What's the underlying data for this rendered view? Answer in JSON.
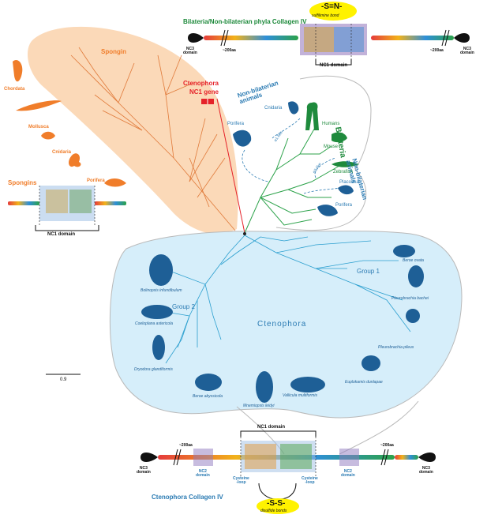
{
  "colors": {
    "spongin_fill": "#fbd9b8",
    "spongin_tree": "#e07a3a",
    "ctenophora_fill": "#d6eefa",
    "ctenophora_tree": "#2b9fcf",
    "bilateria_tree": "#2ca24a",
    "ctenophora_branch": "#e52229",
    "accent_orange": "#f07d2a",
    "accent_green": "#1e8a3c",
    "accent_blue": "#2b7bb3",
    "highlight_yellow": "#fff200"
  },
  "top_panel": {
    "title": "Bilateria/Non-bilaterian phyla Collagen IV",
    "bond_label": "-S=N-",
    "bond_sublabel": "sulfilimine bond",
    "left_domain": "NC3\ndomain",
    "right_domain": "NC3\ndomain",
    "left_length": "~200aa",
    "right_length": "~200aa",
    "nc1_label": "NC1 domain"
  },
  "spongin_panel": {
    "clade_label": "Spongin",
    "outgroups": [
      "Chordata",
      "Mollusca",
      "Cnidaria",
      "Porifera"
    ],
    "title": "Spongins",
    "nc1_label": "NC1 domain"
  },
  "ctenophora_gene": {
    "label_line1": "Ctenophora",
    "label_line2": "NC1 gene"
  },
  "bilateria_panel": {
    "non_bilaterian_top": "Non-bilaterian\nanimals",
    "non_bilaterian_right": "Non-bilaterian\nanimals",
    "bilateria_label": "Bilateria",
    "taxa": {
      "cnidaria": "Cnidaria",
      "porifera_top": "Porifera",
      "humans": "Humans",
      "mouse": "Mouse",
      "zebrafish": "Zebrafish",
      "placozoa": "Placozoa",
      "porifera_bottom": "Porifera"
    },
    "alpha_labels": [
      "α1-like",
      "α2-like"
    ]
  },
  "ctenophora_panel": {
    "clade_label": "Ctenophora",
    "group1": "Group 1",
    "group2": "Group 2",
    "species": [
      "Bolinopsis infundibulum",
      "Coeloplana astericola",
      "Dryodora glandiformis",
      "Beroe abyssicola",
      "Mnemiopsis leidyi",
      "Vallicula multiformis",
      "Euplokamis dunlapae",
      "Pleurobrachia pileus",
      "Pleurobrachia bachei",
      "Beroe ovata"
    ]
  },
  "scale_bar": {
    "value": "0.9"
  },
  "bottom_panel": {
    "title": "Ctenophora Collagen IV",
    "nc1_label": "NC1 domain",
    "left_length": "~200aa",
    "right_length": "~200aa",
    "left_nc3": "NC3\ndomain",
    "right_nc3": "NC3\ndomain",
    "left_nc2": "NC2\ndomain",
    "right_nc2": "NC2\ndomain",
    "left_loop": "Cysteine\n-loop",
    "right_loop": "Cysteine\n-loop",
    "bond_label": "-S-S-",
    "bond_sublabel": "disulfide bonds"
  }
}
